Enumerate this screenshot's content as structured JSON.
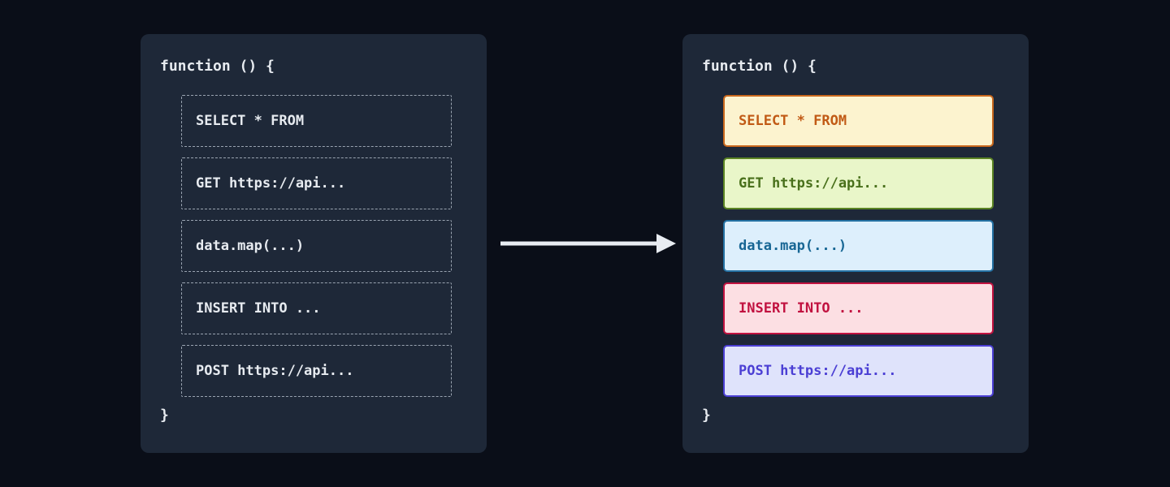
{
  "page": {
    "background_color": "#0a0e18",
    "panel_color": "#1e2838"
  },
  "left_panel": {
    "header": "function () {",
    "footer": "}",
    "items": [
      {
        "label": "SELECT * FROM"
      },
      {
        "label": "GET https://api..."
      },
      {
        "label": "data.map(...)"
      },
      {
        "label": "INSERT INTO ..."
      },
      {
        "label": "POST https://api..."
      }
    ]
  },
  "arrow": {
    "color": "#e8ecf2"
  },
  "right_panel": {
    "header": "function () {",
    "footer": "}",
    "items": [
      {
        "label": "SELECT * FROM",
        "background": "#fcf3cf",
        "border_color": "#c9681d",
        "text_color": "#c15a15"
      },
      {
        "label": "GET https://api...",
        "background": "#e9f6c9",
        "border_color": "#5b8423",
        "text_color": "#49701b"
      },
      {
        "label": "data.map(...)",
        "background": "#ddeffc",
        "border_color": "#2471a3",
        "text_color": "#176694"
      },
      {
        "label": "INSERT INTO ...",
        "background": "#fcdfe3",
        "border_color": "#c11240",
        "text_color": "#c11240"
      },
      {
        "label": "POST https://api...",
        "background": "#dfe3fb",
        "border_color": "#4b3fd4",
        "text_color": "#4b3fd4"
      }
    ]
  }
}
